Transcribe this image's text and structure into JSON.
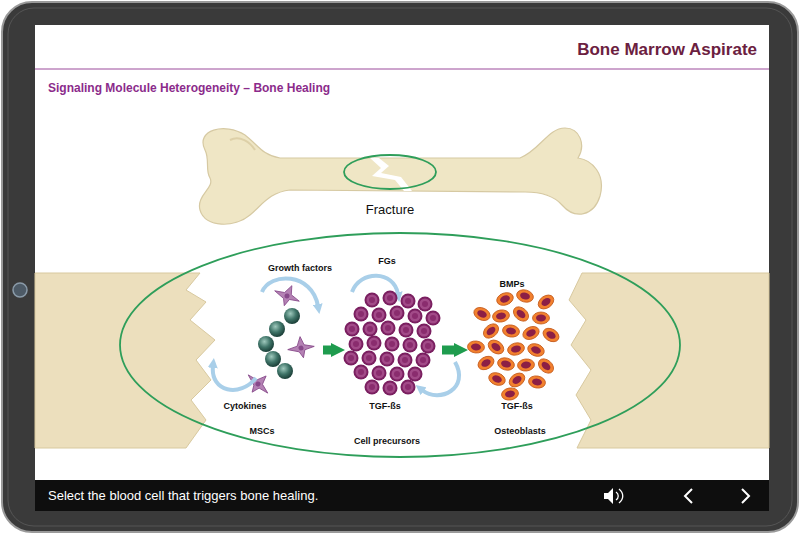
{
  "diagram": {
    "title": "Bone Marrow Aspirate",
    "nodes": [
      {
        "text": [
          "Fracture"
        ]
      },
      {
        "text": [
          "Growth factors",
          "Cytokines",
          "MSCs"
        ]
      },
      {
        "text": [
          "FGs",
          "TGF-ßs",
          "Cell precursors"
        ]
      },
      {
        "text": [
          "BMPs",
          "TGF-ßs",
          "Osteoblasts"
        ]
      }
    ],
    "edges": [
      {
        "from": 1,
        "to": 2,
        "arrow": "to"
      },
      {
        "from": 2,
        "to": 3,
        "arrow": "to"
      }
    ],
    "labels": [
      "Signaling Molecule Heterogeneity – Bone Healing",
      "Select the blood cell that triggers bone healing."
    ]
  }
}
